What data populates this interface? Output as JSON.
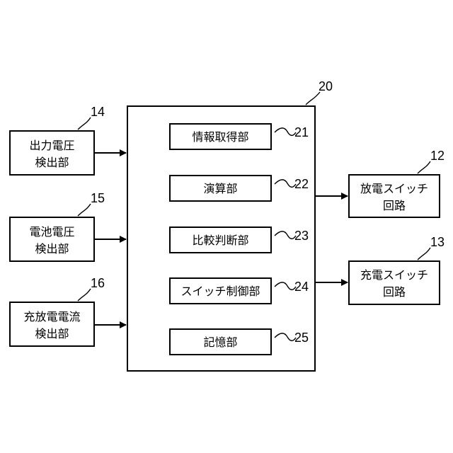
{
  "main_block": {
    "ref": "20"
  },
  "modules": [
    {
      "label": "情報取得部",
      "ref": "21"
    },
    {
      "label": "演算部",
      "ref": "22"
    },
    {
      "label": "比較判断部",
      "ref": "23"
    },
    {
      "label": "スイッチ制御部",
      "ref": "24"
    },
    {
      "label": "記憶部",
      "ref": "25"
    }
  ],
  "inputs": [
    {
      "line1": "出力電圧",
      "line2": "検出部",
      "ref": "14"
    },
    {
      "line1": "電池電圧",
      "line2": "検出部",
      "ref": "15"
    },
    {
      "line1": "充放電電流",
      "line2": "検出部",
      "ref": "16"
    }
  ],
  "outputs": [
    {
      "line1": "放電スイッチ",
      "line2": "回路",
      "ref": "12"
    },
    {
      "line1": "充電スイッチ",
      "line2": "回路",
      "ref": "13"
    }
  ]
}
